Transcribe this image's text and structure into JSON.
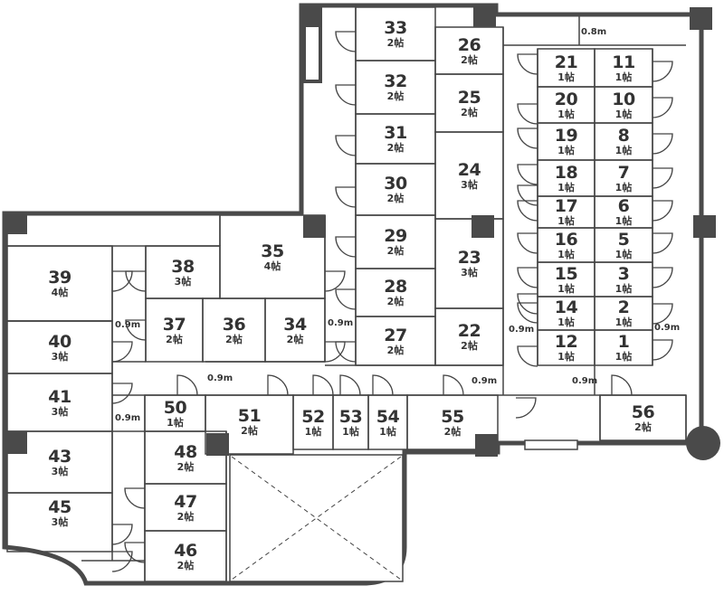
{
  "colors": {
    "wall": "#4a4a4a",
    "line": "#444444",
    "text": "#333333"
  },
  "rooms": [
    {
      "id": "1",
      "size": "1帖"
    },
    {
      "id": "2",
      "size": "1帖"
    },
    {
      "id": "3",
      "size": "1帖"
    },
    {
      "id": "5",
      "size": "1帖"
    },
    {
      "id": "6",
      "size": "1帖"
    },
    {
      "id": "7",
      "size": "1帖"
    },
    {
      "id": "8",
      "size": "1帖"
    },
    {
      "id": "10",
      "size": "1帖"
    },
    {
      "id": "11",
      "size": "1帖"
    },
    {
      "id": "12",
      "size": "1帖"
    },
    {
      "id": "14",
      "size": "1帖"
    },
    {
      "id": "15",
      "size": "1帖"
    },
    {
      "id": "16",
      "size": "1帖"
    },
    {
      "id": "17",
      "size": "1帖"
    },
    {
      "id": "18",
      "size": "1帖"
    },
    {
      "id": "19",
      "size": "1帖"
    },
    {
      "id": "20",
      "size": "1帖"
    },
    {
      "id": "21",
      "size": "1帖"
    },
    {
      "id": "22",
      "size": "2帖"
    },
    {
      "id": "23",
      "size": "3帖"
    },
    {
      "id": "24",
      "size": "3帖"
    },
    {
      "id": "25",
      "size": "2帖"
    },
    {
      "id": "26",
      "size": "2帖"
    },
    {
      "id": "27",
      "size": "2帖"
    },
    {
      "id": "28",
      "size": "2帖"
    },
    {
      "id": "29",
      "size": "2帖"
    },
    {
      "id": "30",
      "size": "2帖"
    },
    {
      "id": "31",
      "size": "2帖"
    },
    {
      "id": "32",
      "size": "2帖"
    },
    {
      "id": "33",
      "size": "2帖"
    },
    {
      "id": "34",
      "size": "2帖"
    },
    {
      "id": "35",
      "size": "4帖"
    },
    {
      "id": "36",
      "size": "2帖"
    },
    {
      "id": "37",
      "size": "2帖"
    },
    {
      "id": "38",
      "size": "3帖"
    },
    {
      "id": "39",
      "size": "4帖"
    },
    {
      "id": "40",
      "size": "3帖"
    },
    {
      "id": "41",
      "size": "3帖"
    },
    {
      "id": "43",
      "size": "3帖"
    },
    {
      "id": "45",
      "size": "3帖"
    },
    {
      "id": "46",
      "size": "2帖"
    },
    {
      "id": "47",
      "size": "2帖"
    },
    {
      "id": "48",
      "size": "2帖"
    },
    {
      "id": "50",
      "size": "1帖"
    },
    {
      "id": "51",
      "size": "2帖"
    },
    {
      "id": "52",
      "size": "1帖"
    },
    {
      "id": "53",
      "size": "1帖"
    },
    {
      "id": "54",
      "size": "1帖"
    },
    {
      "id": "55",
      "size": "2帖"
    },
    {
      "id": "56",
      "size": "2帖"
    }
  ],
  "corridor_widths": [
    "0.8m",
    "0.9m",
    "0.9m",
    "0.9m",
    "0.9m",
    "0.9m",
    "0.9m",
    "0.9m",
    "0.9m"
  ]
}
